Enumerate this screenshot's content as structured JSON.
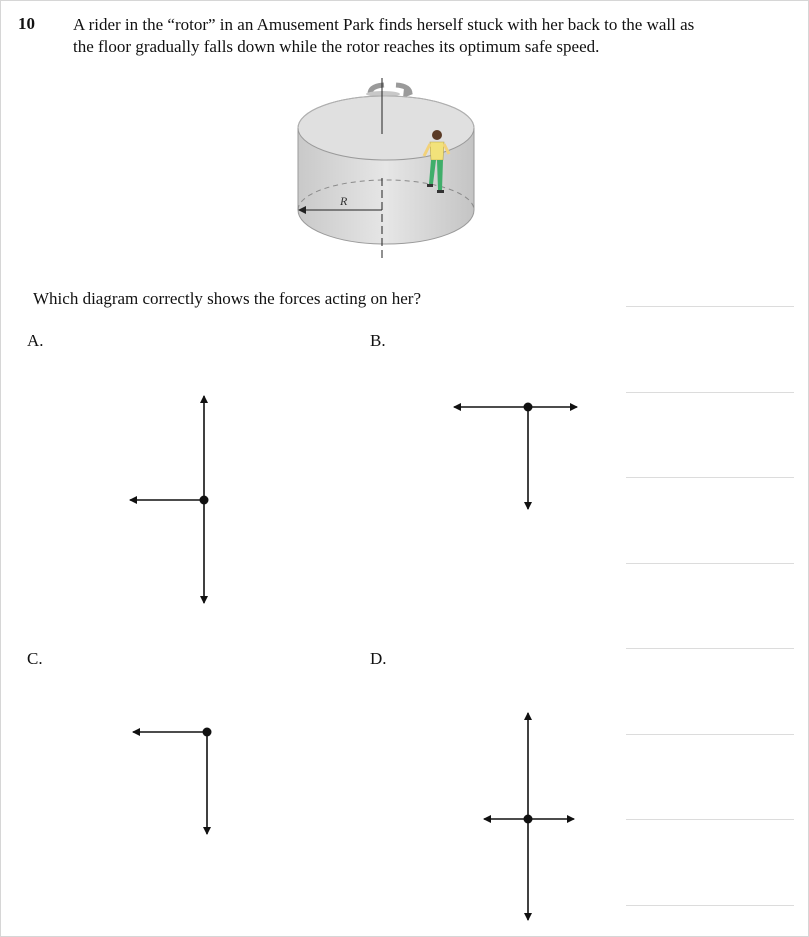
{
  "question": {
    "number": "10",
    "text_line1": "A rider in the “rotor” in an Amusement Park finds herself stuck with her back to the wall as",
    "text_line2": "the floor gradually falls down while the rotor reaches its optimum safe speed.",
    "prompt": "Which diagram correctly shows the forces acting on her?"
  },
  "figure": {
    "radius_label": "R"
  },
  "options": [
    {
      "label": "A.",
      "arrows": [
        "up",
        "down",
        "left"
      ]
    },
    {
      "label": "B.",
      "arrows": [
        "left",
        "right",
        "down"
      ]
    },
    {
      "label": "C.",
      "arrows": [
        "left",
        "down"
      ]
    },
    {
      "label": "D.",
      "arrows": [
        "up",
        "down",
        "left",
        "right"
      ]
    }
  ],
  "colors": {
    "drum_fill": "#d8d8d8",
    "rider_shirt": "#f2e27a",
    "rider_pants": "#3fae6a"
  }
}
